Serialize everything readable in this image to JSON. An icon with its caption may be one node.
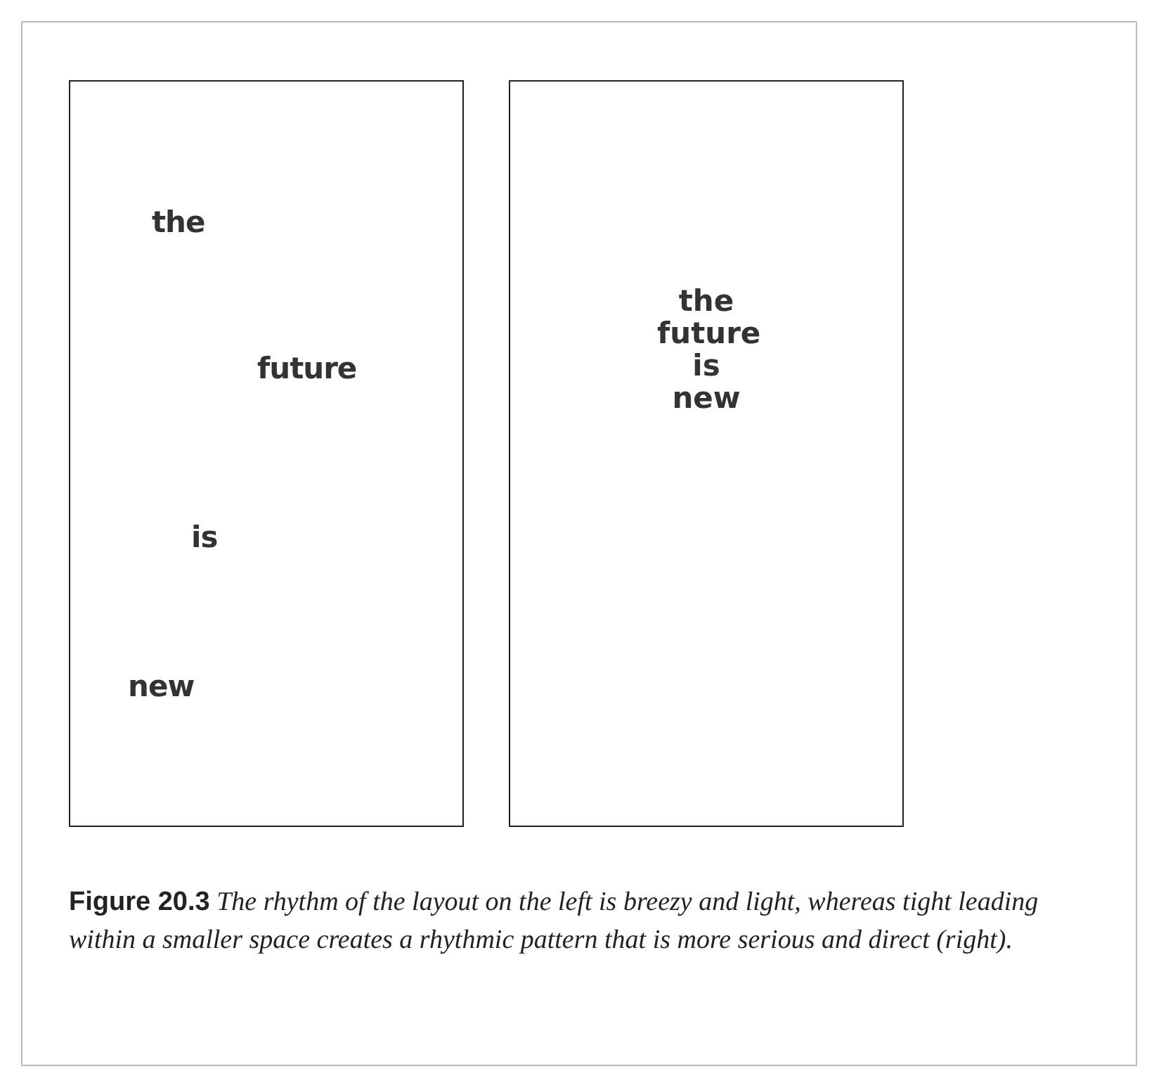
{
  "diagram": {
    "caption": "**Figure 20.3** *The rhythm of the layout on the left is breezy and light, whereas tight leading within a smaller space creates a rhythmic pattern that is more serious and direct (right).*",
    "nodes": [
      {
        "text": [
          "the",
          "future",
          "is",
          "new"
        ]
      },
      {
        "text": [
          "the future is new"
        ]
      }
    ],
    "edges": []
  }
}
